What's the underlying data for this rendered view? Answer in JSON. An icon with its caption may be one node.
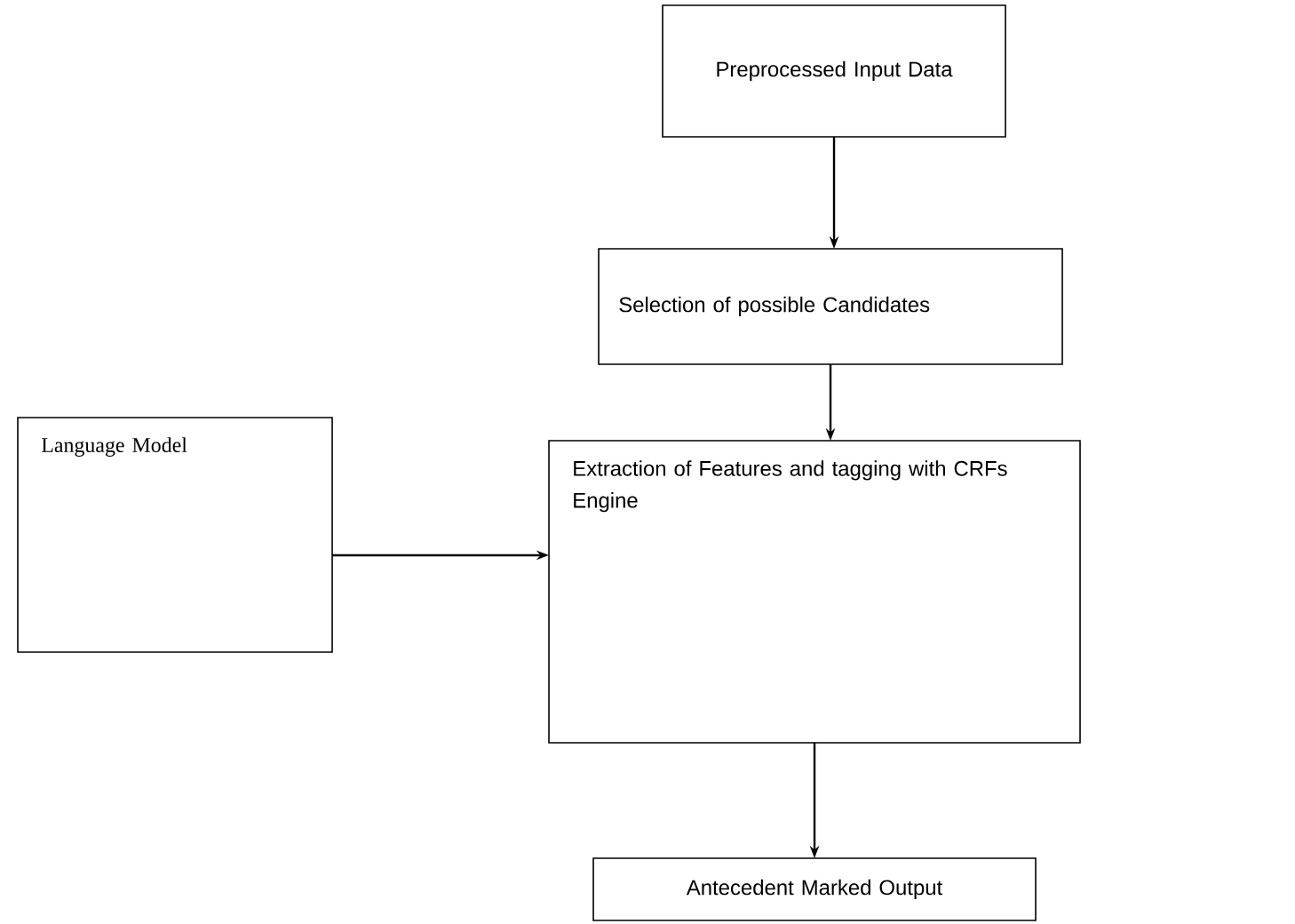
{
  "diagram": {
    "nodes": [
      {
        "text": [
          "Preprocessed Input Data"
        ]
      },
      {
        "text": [
          "Selection of possible Candidates"
        ]
      },
      {
        "text": [
          "Language Model"
        ]
      },
      {
        "text": [
          "Extraction of Features and tagging with CRFs Engine"
        ]
      },
      {
        "text": [
          "Antecedent Marked Output"
        ]
      }
    ],
    "edges": [
      {
        "from": 0,
        "to": 1,
        "arrow": "to"
      },
      {
        "from": 1,
        "to": 3,
        "arrow": "to"
      },
      {
        "from": 2,
        "to": 3,
        "arrow": "to"
      },
      {
        "from": 3,
        "to": 4,
        "arrow": "to"
      }
    ]
  }
}
